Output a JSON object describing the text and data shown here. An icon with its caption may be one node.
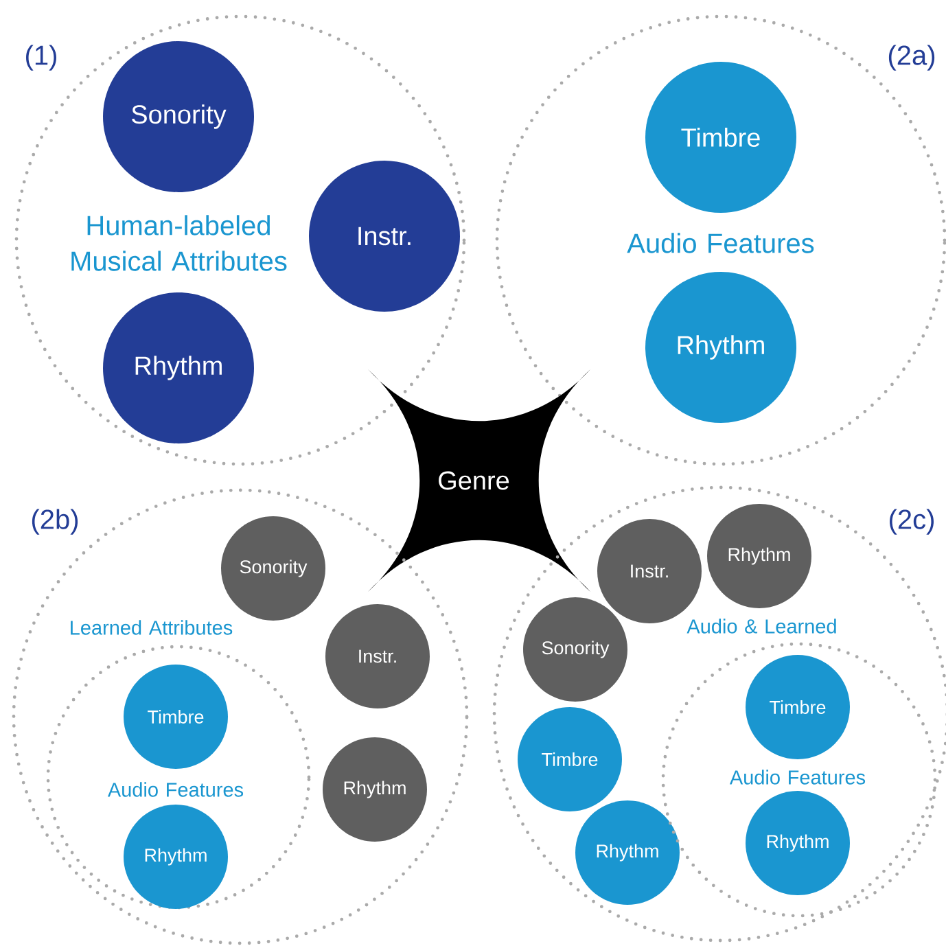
{
  "diagram": {
    "nodes": [
      {
        "text": [
          "Human-labeled Musical Attributes"
        ],
        "beside": [
          "(1)"
        ]
      },
      {
        "text": [
          "Sonority"
        ],
        "in": 0
      },
      {
        "text": [
          "Instr."
        ],
        "in": 0
      },
      {
        "text": [
          "Rhythm"
        ],
        "in": 0
      },
      {
        "text": [
          "Audio Features"
        ],
        "beside": [
          "(2a)"
        ]
      },
      {
        "text": [
          "Timbre"
        ],
        "in": 4
      },
      {
        "text": [
          "Rhythm"
        ],
        "in": 4
      },
      {
        "text": [
          "Genre"
        ]
      },
      {
        "text": [
          "Learned Attributes"
        ],
        "beside": [
          "(2b)"
        ]
      },
      {
        "text": [
          "Sonority"
        ],
        "in": 8
      },
      {
        "text": [
          "Instr."
        ],
        "in": 8
      },
      {
        "text": [
          "Rhythm"
        ],
        "in": 8
      },
      {
        "text": [
          "Audio Features"
        ],
        "in": 8
      },
      {
        "text": [
          "Timbre"
        ],
        "in": 12
      },
      {
        "text": [
          "Rhythm"
        ],
        "in": 12
      },
      {
        "text": [
          "Audio & Learned"
        ],
        "beside": [
          "(2c)"
        ]
      },
      {
        "text": [
          "Instr."
        ],
        "in": 15
      },
      {
        "text": [
          "Rhythm"
        ],
        "in": 15
      },
      {
        "text": [
          "Sonority"
        ],
        "in": 15
      },
      {
        "text": [
          "Timbre"
        ],
        "in": 15
      },
      {
        "text": [
          "Rhythm"
        ],
        "in": 15
      },
      {
        "text": [
          "Audio Features"
        ],
        "in": 15
      },
      {
        "text": [
          "Timbre"
        ],
        "in": 21
      },
      {
        "text": [
          "Rhythm"
        ],
        "in": 21
      }
    ]
  }
}
